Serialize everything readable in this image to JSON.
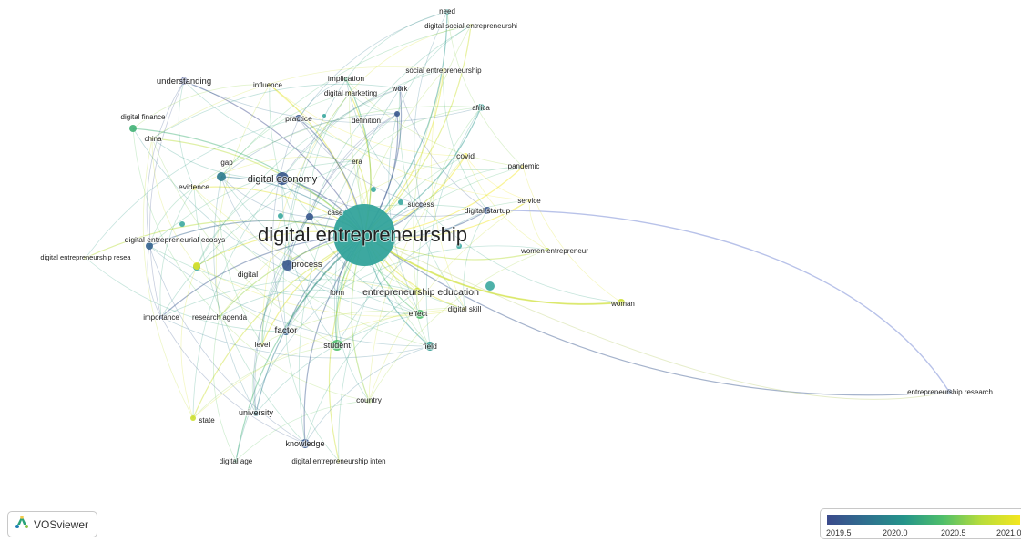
{
  "app": {
    "logo_text": "VOSviewer",
    "logo_icon": "vosviewer-logo-icon"
  },
  "legend": {
    "ticks": [
      "2019.5",
      "2020.0",
      "2020.5",
      "2021.0"
    ],
    "colors": [
      "#3b4a8c",
      "#2f6f8f",
      "#24948a",
      "#4fbf6b",
      "#b9dd3a",
      "#f4e61e"
    ]
  },
  "network": {
    "central": "digital entrepreneurship",
    "nodes": [
      {
        "label": "digital entrepreneurship",
        "score": 2020.2
      },
      {
        "label": "need",
        "score": 2020.1
      },
      {
        "label": "digital social entrepreneurshi",
        "score": 2020.8
      },
      {
        "label": "social entrepreneurship",
        "score": 2020.9
      },
      {
        "label": "understanding",
        "score": 2019.5
      },
      {
        "label": "influence",
        "score": 2020.9
      },
      {
        "label": "implication",
        "score": 2020.3
      },
      {
        "label": "digital marketing",
        "score": 2020.9
      },
      {
        "label": "work",
        "score": 2019.6
      },
      {
        "label": "africa",
        "score": 2020.1
      },
      {
        "label": "digital finance",
        "score": 2020.3
      },
      {
        "label": "practice",
        "score": 2019.6
      },
      {
        "label": "definition",
        "score": 2019.6
      },
      {
        "label": "china",
        "score": 2020.7
      },
      {
        "label": "era",
        "score": 2020.8
      },
      {
        "label": "covid",
        "score": 2021.0
      },
      {
        "label": "pandemic",
        "score": 2021.0
      },
      {
        "label": "gap",
        "score": 2019.9
      },
      {
        "label": "digital economy",
        "score": 2019.6
      },
      {
        "label": "evidence",
        "score": 2020.9
      },
      {
        "label": "service",
        "score": 2021.0
      },
      {
        "label": "success",
        "score": 2019.6
      },
      {
        "label": "case",
        "score": 2019.6
      },
      {
        "label": "digital startup",
        "score": 2019.6
      },
      {
        "label": "digital entrepreneurial ecosys",
        "score": 2019.7
      },
      {
        "label": "women entrepreneur",
        "score": 2020.7
      },
      {
        "label": "digital entrepreneurship resea",
        "score": 2020.7
      },
      {
        "label": "process",
        "score": 2019.6
      },
      {
        "label": "digital",
        "score": 2020.9
      },
      {
        "label": "entrepreneurship education",
        "score": 2020.8
      },
      {
        "label": "form",
        "score": 2019.7
      },
      {
        "label": "woman",
        "score": 2020.8
      },
      {
        "label": "effect",
        "score": 2020.4
      },
      {
        "label": "digital skill",
        "score": 2020.9
      },
      {
        "label": "importance",
        "score": 2019.6
      },
      {
        "label": "research agenda",
        "score": 2020.6
      },
      {
        "label": "factor",
        "score": 2019.7
      },
      {
        "label": "level",
        "score": 2020.9
      },
      {
        "label": "student",
        "score": 2020.4
      },
      {
        "label": "field",
        "score": 2020.1
      },
      {
        "label": "country",
        "score": 2020.6
      },
      {
        "label": "entrepreneurship research",
        "score": 2019.6
      },
      {
        "label": "university",
        "score": 2019.9
      },
      {
        "label": "state",
        "score": 2020.8
      },
      {
        "label": "knowledge",
        "score": 2019.6
      },
      {
        "label": "digital age",
        "score": 2020.3
      },
      {
        "label": "digital entrepreneurship inten",
        "score": 2020.8
      }
    ]
  }
}
